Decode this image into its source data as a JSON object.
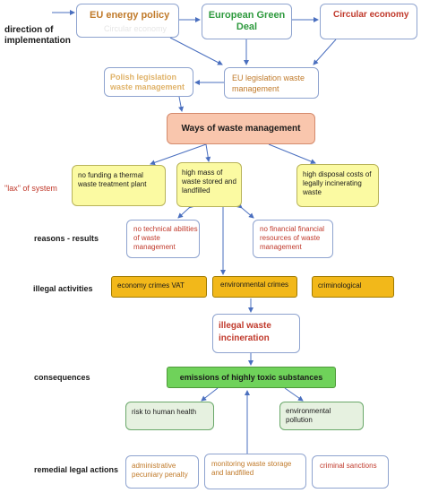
{
  "labels": {
    "direction": "direction of implementation",
    "lax": "\"lax\" of system",
    "reasons": "reasons - results",
    "illegal": "illegal activities",
    "consequences": "consequences",
    "remedial": "remedial legal actions"
  },
  "boxes": {
    "eu_energy": "EU energy policy",
    "eu_energy_ghost": "Circular economy",
    "green_deal": "European Green Deal",
    "circular": "Circular economy",
    "polish": "Polish legislation waste management",
    "eu_leg": "EU legislation waste management",
    "ways": "Ways of waste management",
    "no_funding": "no funding a thermal waste treatment plant",
    "high_mass": "high mass of waste stored and landfilled",
    "high_cost": "high disposal costs of legally incinerating waste",
    "no_tech": "no technical abilities of waste management",
    "no_fin": "no financial financial resources of waste management",
    "econ_crimes": "economy crimes VAT",
    "env_crimes": "environmental crimes",
    "criminological": "criminological",
    "illegal_incin": "illegal waste incineration",
    "emissions": "emissions of highly toxic substances",
    "risk": "risk to human health",
    "env_pollution": "environmental pollution",
    "admin": "administrative pecuniary penalty",
    "monitoring": "monitoring waste storage and landfilled",
    "criminal": "criminal sanctions"
  },
  "colors": {
    "box_border_blue": "#8ea3cf",
    "arrow": "#4a6fbf",
    "red_text": "#c0392b",
    "orange_text": "#c07a2a",
    "tan_text": "#e0b36a",
    "green_text": "#2e9a3e"
  }
}
